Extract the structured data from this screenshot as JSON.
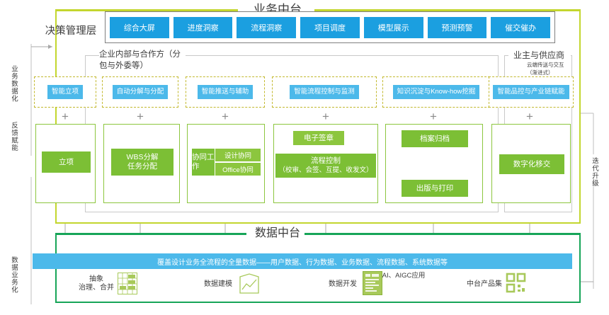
{
  "business_platform": {
    "title": "业务中台",
    "decision_layer_label": "决策管理层",
    "decision_chips": [
      "综合大屏",
      "进度洞察",
      "流程洞察",
      "项目调度",
      "模型展示",
      "预测预警",
      "催交催办"
    ],
    "group_enterprise_title": "企业内部与合作方（分包与外委等）",
    "group_owner_title": "业主与供应商",
    "cloud_note": "云端传送与交互（渐进式）",
    "capabilities": [
      "智能立项",
      "自动分解与分配",
      "智能推送与辅助",
      "智能流程控制与监测",
      "知识沉淀与Know-how挖掘",
      "智能品控与产业链赋能"
    ],
    "plus_symbol": "+",
    "stages": {
      "stage1": {
        "chip": "立项"
      },
      "stage2": {
        "chip_line1": "WBS分解",
        "chip_line2": "任务分配"
      },
      "stage3": {
        "left": "协同工作",
        "right_top": "设计协同",
        "right_bottom": "Office协同"
      },
      "stage4": {
        "top_chip": "电子签章",
        "chip_line1": "流程控制",
        "chip_line2": "（校审、会签、互提、收发文）"
      },
      "stage5": {
        "top_chip": "档案归档",
        "bottom_chip": "出版与打印"
      },
      "stage6": {
        "chip": "数字化移交"
      }
    }
  },
  "data_platform": {
    "title": "数据中台",
    "banner": "覆盖设计业务全流程的全量数据——用户数据、行为数据、业务数据、流程数据、系统数据等",
    "flow": [
      {
        "line1": "抽象",
        "line2": "治理、合并",
        "icon": "table-grid-icon"
      },
      {
        "line1": "数据建模",
        "line2": "",
        "icon": "chart-box-icon"
      },
      {
        "line1": "数据开发",
        "line2": "",
        "icon": "code-doc-icon"
      },
      {
        "line1": "中台产品集",
        "line2": "",
        "icon": "qr-blocks-icon"
      }
    ],
    "ai_label": "AI、AIGC应用"
  },
  "side": {
    "left_top": "业务数据化",
    "left_mid": "反馈赋能",
    "left_bottom": "数据业务化",
    "right": "迭代升级"
  },
  "colors": {
    "biz_border": "#c3d62e",
    "data_border": "#17a558",
    "blue": "#1b9fe0",
    "light_blue": "#4cb9ea",
    "green": "#7cbf35",
    "green_border": "#8cc63e",
    "dashed": "#c3b92e",
    "gray": "#bfbfbf"
  }
}
